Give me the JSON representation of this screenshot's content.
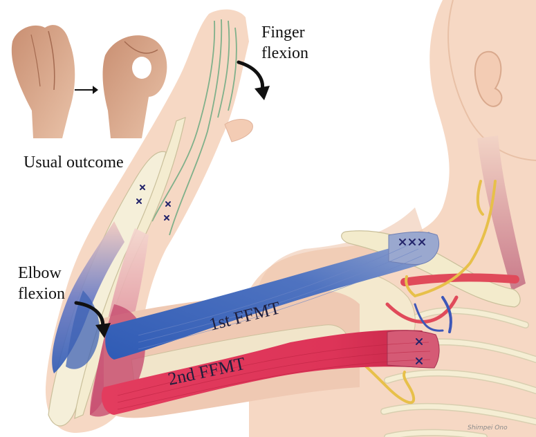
{
  "labels": {
    "finger_flexion_line1": "Finger",
    "finger_flexion_line2": "flexion",
    "elbow_flexion_line1": "Elbow",
    "elbow_flexion_line2": "flexion",
    "usual_outcome": "Usual outcome",
    "first_ffmt": "1st FFMT",
    "second_ffmt": "2nd FFMT",
    "signature": "Shimpei Ono"
  },
  "colors": {
    "skin": "#f6d8c4",
    "skin_shadow": "#ebc1a6",
    "bone": "#f4ecd0",
    "first_ffmt_muscle": "#3f63b4",
    "second_ffmt_muscle": "#d92f55",
    "nerve": "#e7c04a",
    "artery": "#e04a5a",
    "suture": "#23246a"
  }
}
